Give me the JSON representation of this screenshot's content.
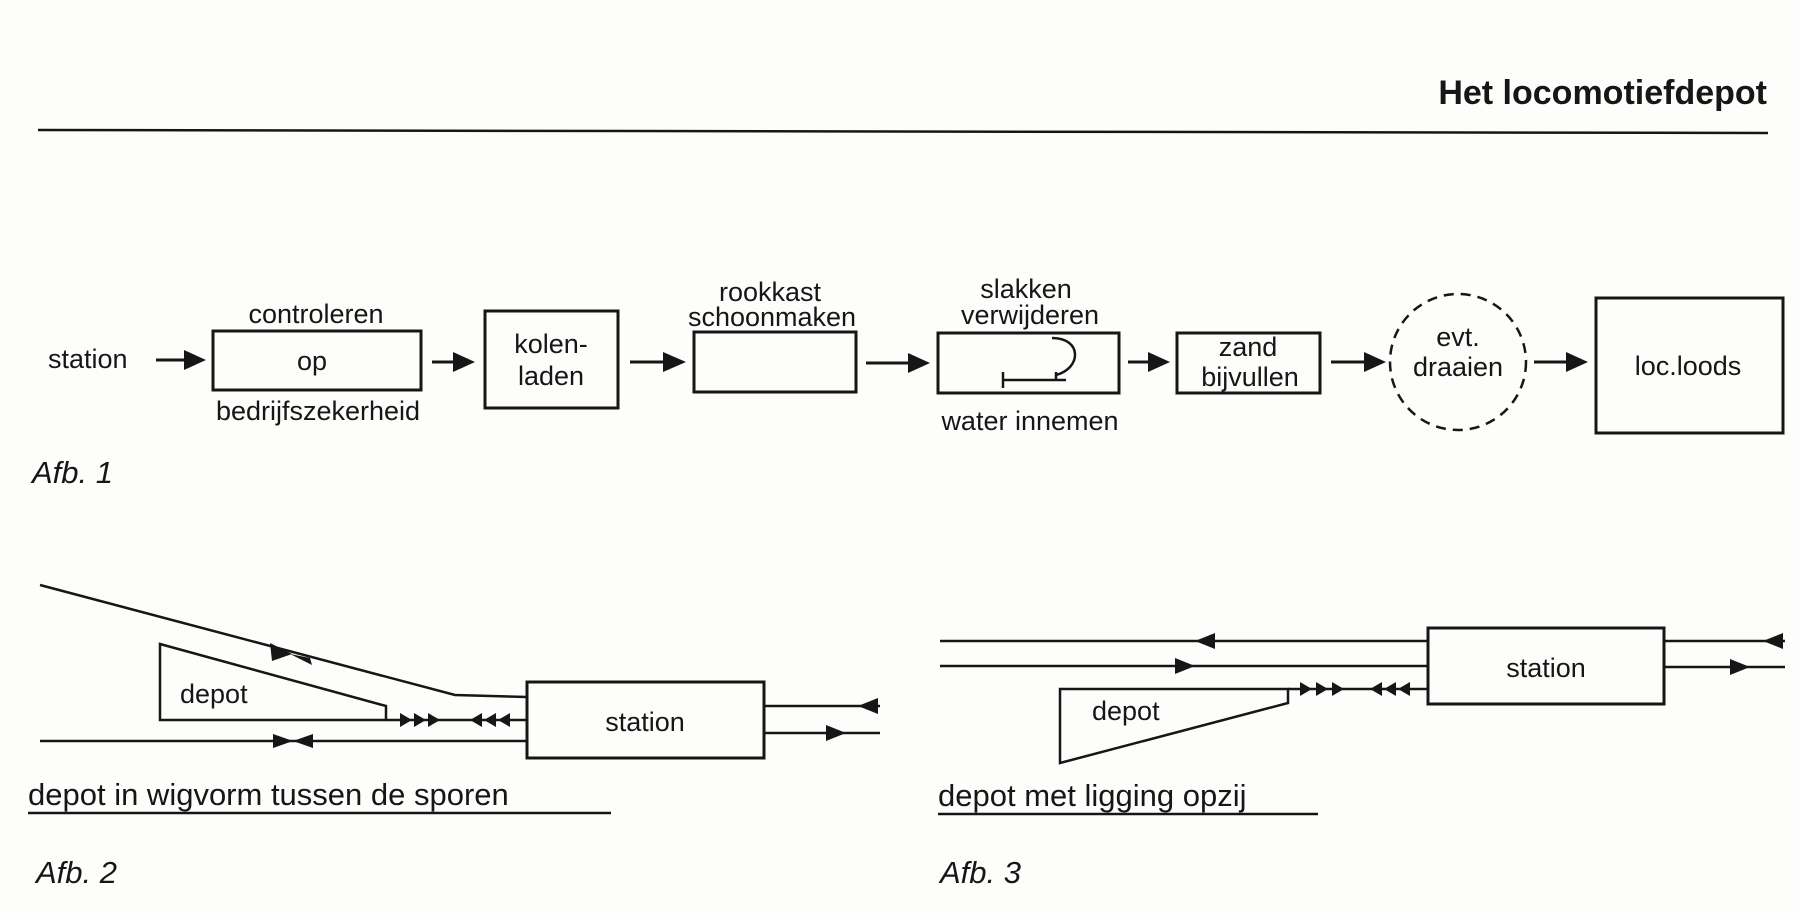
{
  "header": {
    "title": "Het locomotiefdepot"
  },
  "afb1": {
    "label": "Afb. 1",
    "start": "station",
    "steps": {
      "op": {
        "top": "controleren",
        "inside": "op",
        "bottom": "bedrijfszekerheid"
      },
      "kolen": {
        "line1": "kolen-",
        "line2": "laden"
      },
      "rookkast": {
        "top1": "rookkast",
        "top2": "schoonmaken"
      },
      "slakken": {
        "top1": "slakken",
        "top2": "verwijderen",
        "bottom": "water innemen"
      },
      "zand": {
        "line1": "zand",
        "line2": "bijvullen"
      },
      "draaien": {
        "line1": "evt.",
        "line2": "draaien"
      },
      "loods": {
        "inside": "loc.loods"
      }
    }
  },
  "afb2": {
    "label": "Afb. 2",
    "depot": "depot",
    "station": "station",
    "caption": "depot in wigvorm tussen de sporen"
  },
  "afb3": {
    "label": "Afb. 3",
    "depot": "depot",
    "station": "station",
    "caption": "depot met ligging opzij"
  }
}
